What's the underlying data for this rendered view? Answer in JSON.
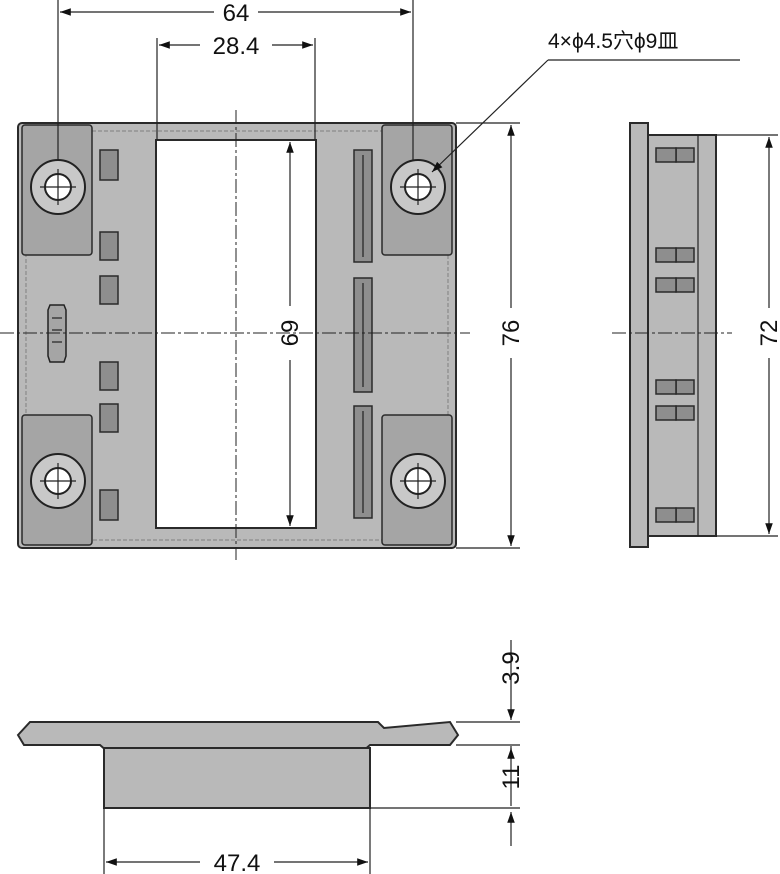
{
  "drawing": {
    "dims": {
      "top_width": "64",
      "opening_width": "28.4",
      "opening_height": "69",
      "overall_height": "76",
      "side_height": "72",
      "flange_thickness": "3.9",
      "body_depth": "11",
      "body_width": "47.4"
    },
    "callout": "4×ϕ4.5穴ϕ9皿"
  }
}
